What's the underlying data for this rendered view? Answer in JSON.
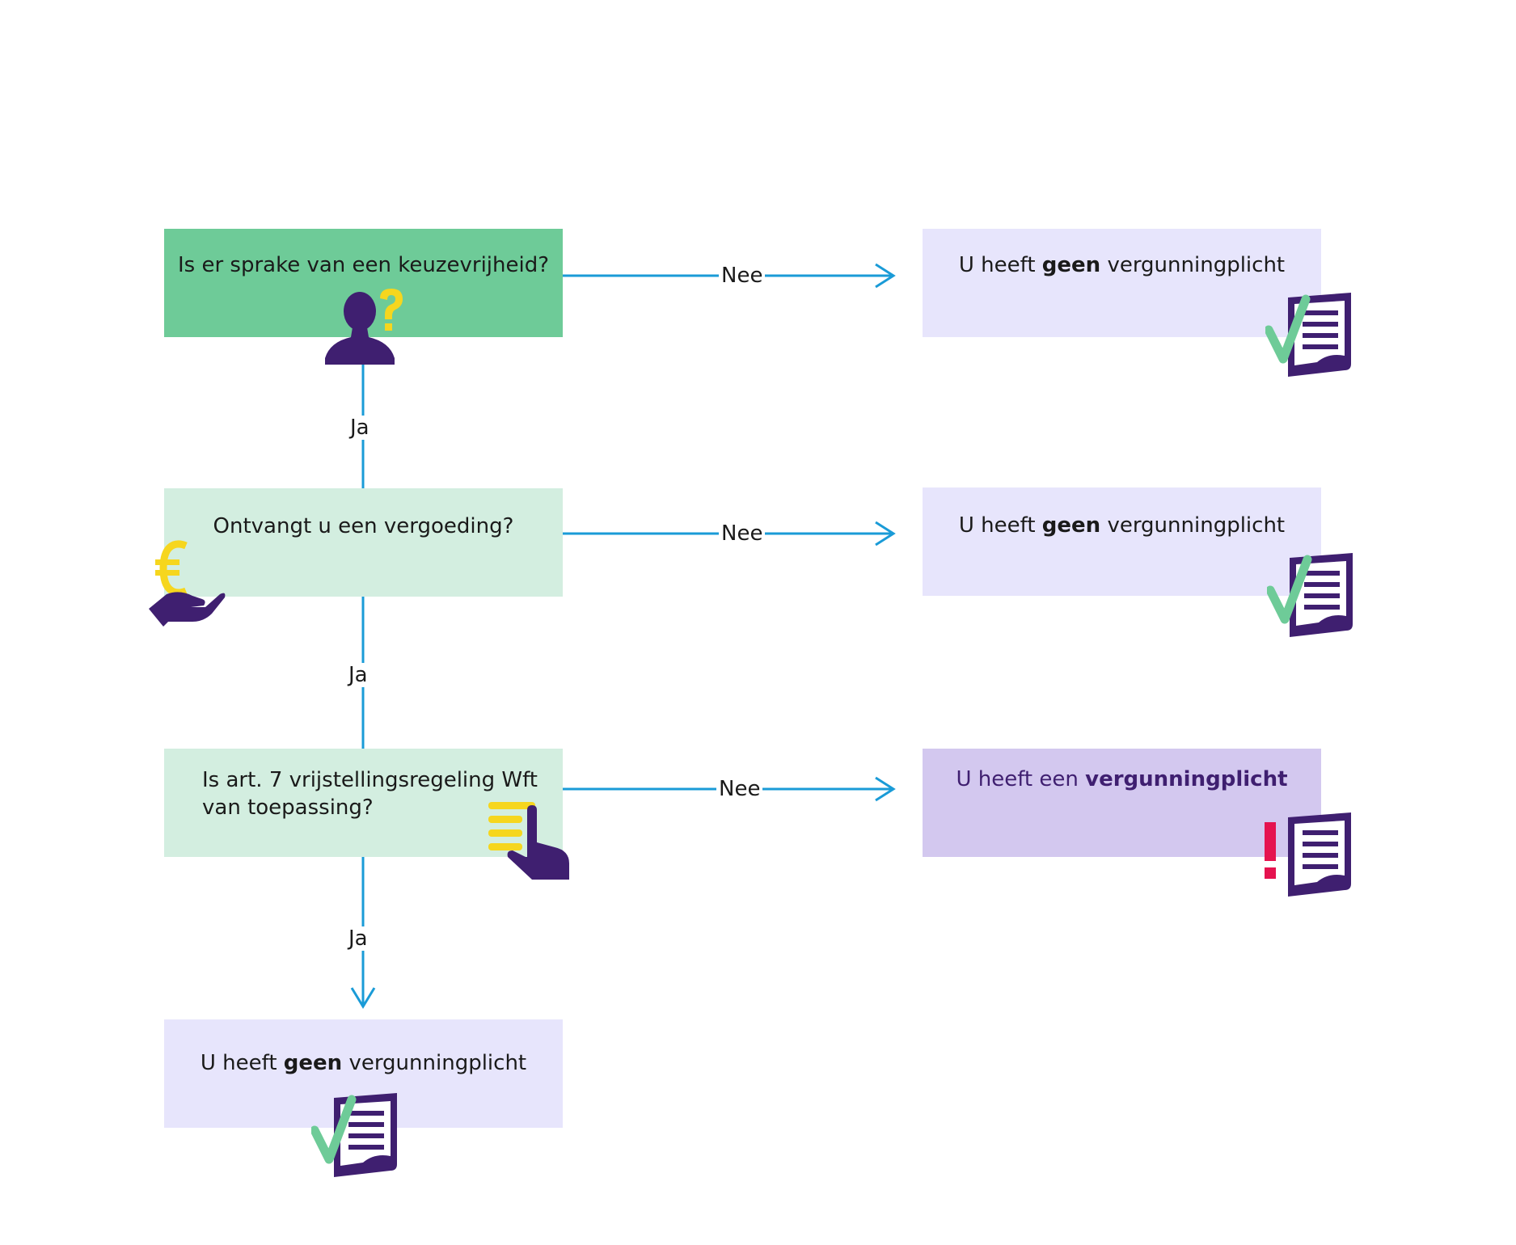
{
  "questions": {
    "q1": "Is er sprake van een keuzevrijheid?",
    "q2": "Ontvangt u een vergoeding?",
    "q3_line1": "Is art. 7 vrijstellingsregeling Wft",
    "q3_line2": "van toepassing?"
  },
  "results": {
    "no_permit": {
      "lead": "U heeft",
      "strong": "geen",
      "tail": "vergunningplicht"
    },
    "permit": {
      "lead": "U heeft een",
      "strong": "vergunningplicht"
    }
  },
  "edges": {
    "no": "Nee",
    "yes": "Ja"
  },
  "colors": {
    "question_primary": "#6ecb98",
    "question_secondary": "#d3eee0",
    "result_no_permit": "#e7e5fc",
    "result_permit": "#d3c8ef",
    "connector": "#1a9bd7",
    "icon_purple": "#3f1f70",
    "icon_yellow": "#f6d61e",
    "check_green": "#6ecb98",
    "alert_red": "#e5134f"
  },
  "icons": [
    "person-question-icon",
    "euro-hand-icon",
    "list-pointer-icon",
    "document-check-icon",
    "document-alert-icon"
  ]
}
